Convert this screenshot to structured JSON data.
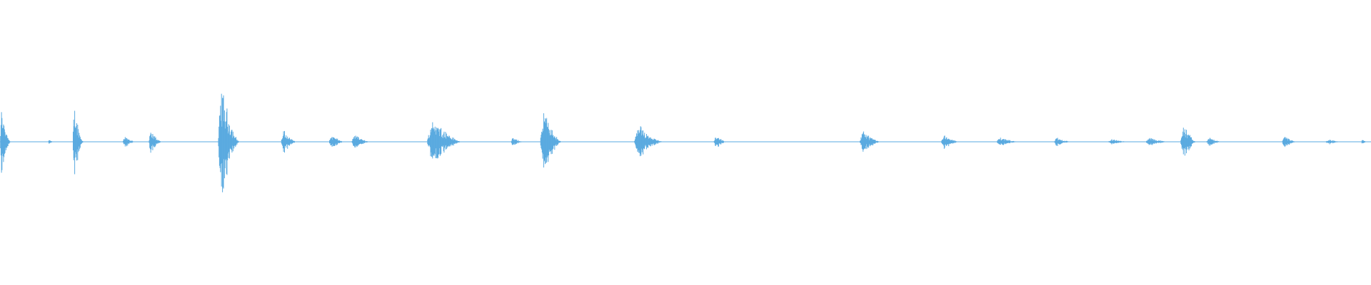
{
  "waveform": {
    "color": "#5aaae0",
    "background": "#ffffff",
    "bursts": [
      {
        "position": 0.002,
        "amplitude": 0.24,
        "width": 0.008
      },
      {
        "position": 0.036,
        "amplitude": 0.02,
        "width": 0.004
      },
      {
        "position": 0.055,
        "amplitude": 0.26,
        "width": 0.008
      },
      {
        "position": 0.092,
        "amplitude": 0.04,
        "width": 0.01
      },
      {
        "position": 0.111,
        "amplitude": 0.08,
        "width": 0.01
      },
      {
        "position": 0.163,
        "amplitude": 0.4,
        "width": 0.016
      },
      {
        "position": 0.208,
        "amplitude": 0.08,
        "width": 0.012
      },
      {
        "position": 0.243,
        "amplitude": 0.05,
        "width": 0.012
      },
      {
        "position": 0.26,
        "amplitude": 0.05,
        "width": 0.014
      },
      {
        "position": 0.318,
        "amplitude": 0.18,
        "width": 0.026
      },
      {
        "position": 0.375,
        "amplitude": 0.03,
        "width": 0.01
      },
      {
        "position": 0.398,
        "amplitude": 0.24,
        "width": 0.016
      },
      {
        "position": 0.468,
        "amplitude": 0.12,
        "width": 0.022
      },
      {
        "position": 0.523,
        "amplitude": 0.05,
        "width": 0.01
      },
      {
        "position": 0.631,
        "amplitude": 0.08,
        "width": 0.016
      },
      {
        "position": 0.69,
        "amplitude": 0.05,
        "width": 0.014
      },
      {
        "position": 0.731,
        "amplitude": 0.03,
        "width": 0.018
      },
      {
        "position": 0.772,
        "amplitude": 0.03,
        "width": 0.014
      },
      {
        "position": 0.812,
        "amplitude": 0.02,
        "width": 0.016
      },
      {
        "position": 0.84,
        "amplitude": 0.03,
        "width": 0.018
      },
      {
        "position": 0.864,
        "amplitude": 0.14,
        "width": 0.012
      },
      {
        "position": 0.883,
        "amplitude": 0.03,
        "width": 0.012
      },
      {
        "position": 0.938,
        "amplitude": 0.04,
        "width": 0.012
      },
      {
        "position": 0.97,
        "amplitude": 0.02,
        "width": 0.012
      },
      {
        "position": 0.994,
        "amplitude": 0.03,
        "width": 0.004
      }
    ]
  }
}
